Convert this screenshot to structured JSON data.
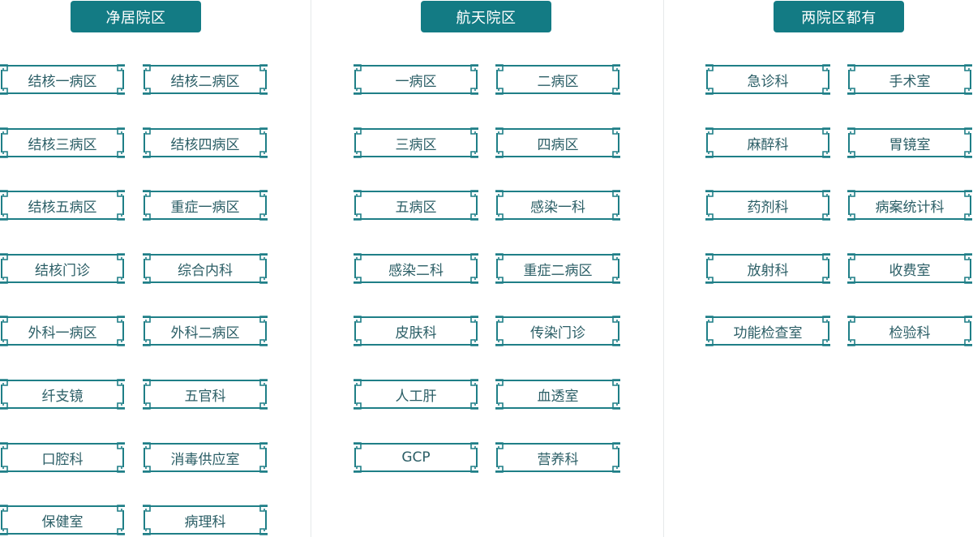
{
  "colors": {
    "accent": "#137b84",
    "border": "#1f7f87",
    "text": "#2b5e66"
  },
  "columns": [
    {
      "title": "净居院区",
      "items": [
        "结核一病区",
        "结核二病区",
        "结核三病区",
        "结核四病区",
        "结核五病区",
        "重症一病区",
        "结核门诊",
        "综合内科",
        "外科一病区",
        "外科二病区",
        "纤支镜",
        "五官科",
        "口腔科",
        "消毒供应室",
        "保健室",
        "病理科"
      ]
    },
    {
      "title": "航天院区",
      "items": [
        "一病区",
        "二病区",
        "三病区",
        "四病区",
        "五病区",
        "感染一科",
        "感染二科",
        "重症二病区",
        "皮肤科",
        "传染门诊",
        "人工肝",
        "血透室",
        "GCP",
        "营养科"
      ]
    },
    {
      "title": "两院区都有",
      "items": [
        "急诊科",
        "手术室",
        "麻醉科",
        "胃镜室",
        "药剂科",
        "病案统计科",
        "放射科",
        "收费室",
        "功能检查室",
        "检验科"
      ]
    }
  ]
}
